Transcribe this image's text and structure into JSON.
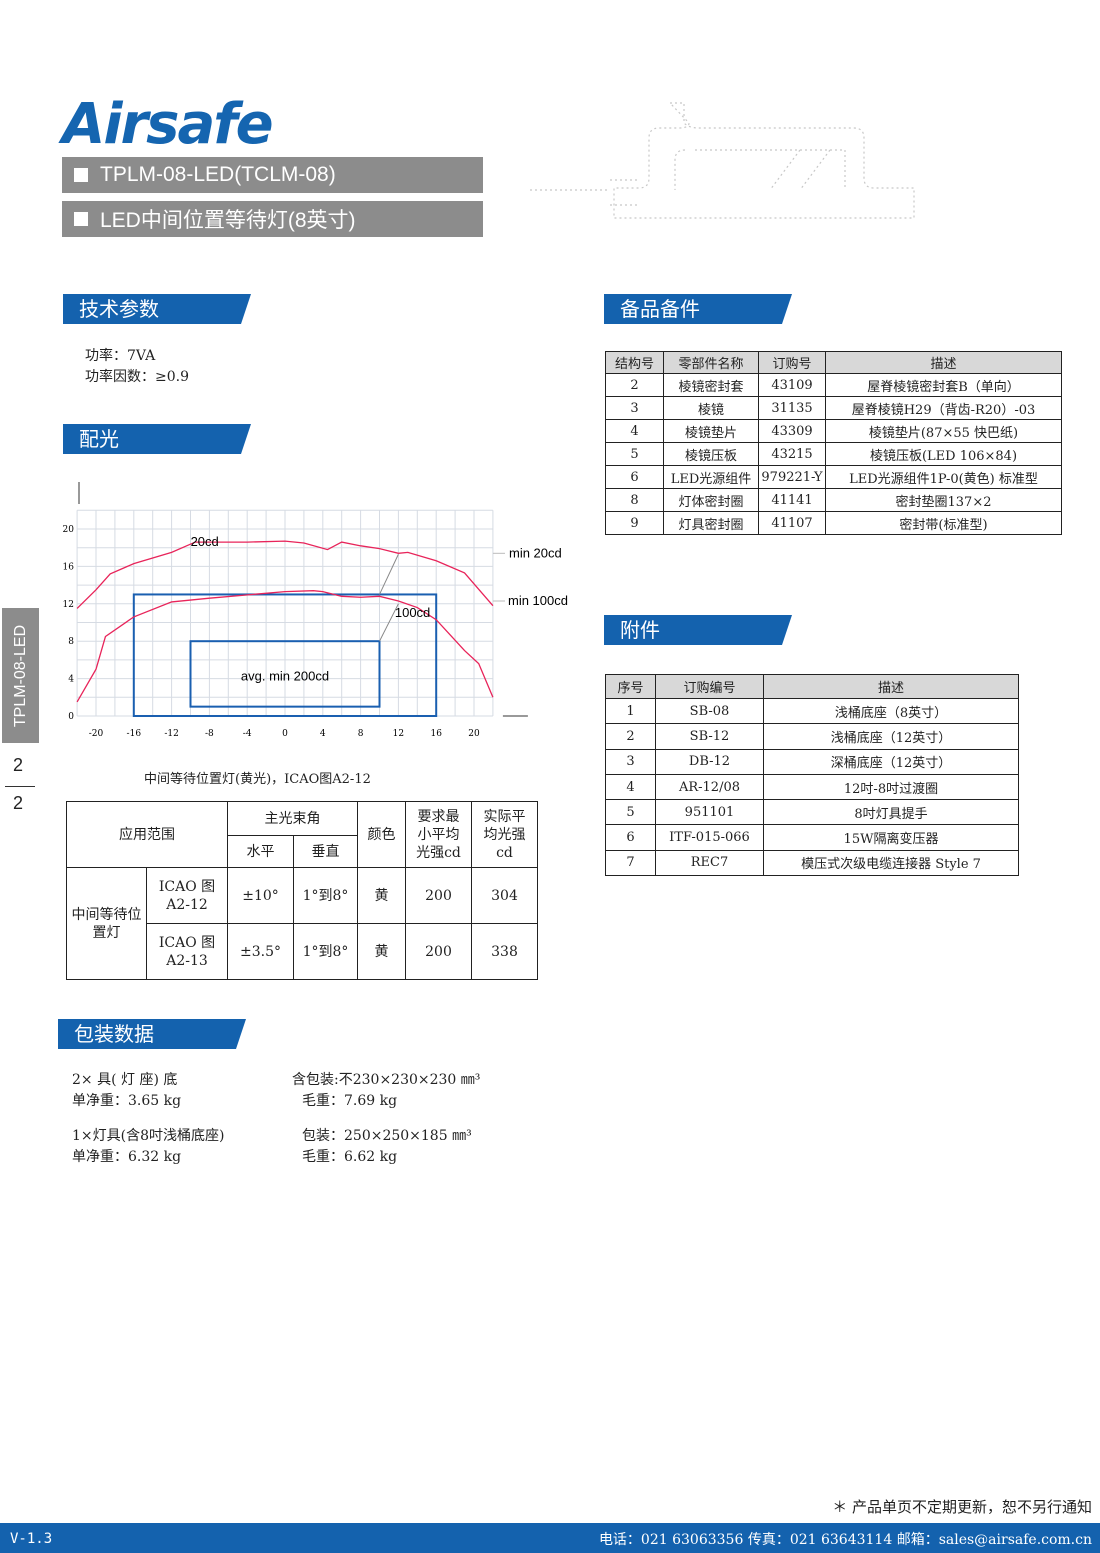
{
  "brand": "Airsafe",
  "header": {
    "model": "TPLM-08-LED(TCLM-08)",
    "name": "LED中间位置等待灯(8英寸)"
  },
  "side_tab": {
    "label": "TPLM-08-LED",
    "page": "2",
    "total": "2"
  },
  "tech": {
    "title": "技术参数",
    "power": "功率：7VA",
    "pf": "功率因数：≥0.9"
  },
  "light": {
    "title": "配光",
    "caption": "中间等待位置灯(黄光)，ICAO图A2-12"
  },
  "chart_data": {
    "type": "line",
    "title": "中间等待位置灯(黄光)，ICAO图A2-12",
    "xlim": [
      -22,
      22
    ],
    "ylim": [
      0,
      22
    ],
    "xticks": [
      "-20",
      "-16",
      "-12",
      "-8",
      "-4",
      "0",
      "4",
      "8",
      "12",
      "16",
      "20"
    ],
    "xtick_values": [
      -20,
      -16,
      -12,
      -8,
      -4,
      0,
      4,
      8,
      12,
      16,
      20
    ],
    "yticks": [
      "0",
      "4",
      "8",
      "12",
      "16",
      "20"
    ],
    "ytick_values": [
      0,
      4,
      8,
      12,
      16,
      20
    ],
    "grid": true,
    "series": [
      {
        "name": "20cd",
        "color": "#e8245a",
        "points": [
          [
            -22,
            11.5
          ],
          [
            -20,
            13.5
          ],
          [
            -18.5,
            15.2
          ],
          [
            -16,
            16.3
          ],
          [
            -12,
            17.5
          ],
          [
            -9.5,
            18.6
          ],
          [
            -4,
            18.6
          ],
          [
            0,
            18.7
          ],
          [
            2,
            18.5
          ],
          [
            4.5,
            17.8
          ],
          [
            6,
            18.6
          ],
          [
            8,
            18.2
          ],
          [
            10,
            17.9
          ],
          [
            12,
            17.4
          ],
          [
            13,
            17.5
          ],
          [
            16,
            16.6
          ],
          [
            19,
            15.3
          ],
          [
            22,
            11.8
          ]
        ]
      },
      {
        "name": "100cd",
        "color": "#e8245a",
        "points": [
          [
            -22,
            1.5
          ],
          [
            -20,
            5
          ],
          [
            -19,
            8.5
          ],
          [
            -16,
            10.6
          ],
          [
            -12,
            12.2
          ],
          [
            -8,
            12.6
          ],
          [
            0,
            13.3
          ],
          [
            3,
            13.4
          ],
          [
            4,
            13.3
          ],
          [
            6,
            12.8
          ],
          [
            8,
            12.7
          ],
          [
            10,
            12.8
          ],
          [
            12,
            12.3
          ],
          [
            14,
            11.6
          ],
          [
            16,
            10.3
          ],
          [
            19,
            7
          ],
          [
            20.5,
            5.6
          ],
          [
            22,
            2
          ]
        ]
      }
    ],
    "boxes": [
      {
        "label": "min 100cd",
        "x": [
          -16,
          16
        ],
        "y": [
          0,
          13
        ]
      },
      {
        "label": "avg. min 200cd",
        "x": [
          -10,
          10
        ],
        "y": [
          1,
          8
        ]
      }
    ],
    "labels": {
      "c20": "20cd",
      "c100": "100cd",
      "min20": "min 20cd",
      "min100": "min 100cd",
      "avg": "avg. min 200cd"
    }
  },
  "photometric": {
    "h_scope": "应用范围",
    "h_beam": "主光束角",
    "h_h": "水平",
    "h_v": "垂直",
    "h_color": "颜色",
    "h_req": "要求最小平均光强cd",
    "h_act": "实际平均光强cd",
    "scope": "中间等待位置灯",
    "rows": [
      {
        "fig": "ICAO 图A2-12",
        "h": "±10°",
        "v": "1°到8°",
        "color": "黄",
        "req": "200",
        "act": "304"
      },
      {
        "fig": "ICAO 图A2-13",
        "h": "±3.5°",
        "v": "1°到8°",
        "color": "黄",
        "req": "200",
        "act": "338"
      }
    ]
  },
  "packing": {
    "title": "包装数据",
    "a1": "2× 具( 灯 座) 底",
    "a2": "含包装:不230×230×230 ㎜³",
    "a3": "单净重：3.65 kg",
    "a4": "毛重：7.69 kg",
    "b1": "1×灯具(含8吋浅桶底座)",
    "b2": "包装：250×250×185 ㎜³",
    "b3": "单净重：6.32 kg",
    "b4": "毛重：6.62 kg"
  },
  "spares": {
    "title": "备品备件",
    "headers": [
      "结构号",
      "零部件名称",
      "订购号",
      "描述"
    ],
    "rows": [
      [
        "2",
        "棱镜密封套",
        "43109",
        "屋脊棱镜密封套B（单向）"
      ],
      [
        "3",
        "棱镜",
        "31135",
        "屋脊棱镜H29（背齿-R20）-03"
      ],
      [
        "4",
        "棱镜垫片",
        "43309",
        "棱镜垫片(87×55 快巴纸)"
      ],
      [
        "5",
        "棱镜压板",
        "43215",
        "棱镜压板(LED 106×84)"
      ],
      [
        "6",
        "LED光源组件",
        "979221-Y",
        "LED光源组件1P-0(黄色) 标准型"
      ],
      [
        "8",
        "灯体密封圈",
        "41141",
        "密封垫圈137×2"
      ],
      [
        "9",
        "灯具密封圈",
        "41107",
        "密封带(标准型)"
      ]
    ]
  },
  "accessories": {
    "title": "附件",
    "headers": [
      "序号",
      "订购编号",
      "描述"
    ],
    "rows": [
      [
        "1",
        "SB-08",
        "浅桶底座（8英寸）"
      ],
      [
        "2",
        "SB-12",
        "浅桶底座（12英寸）"
      ],
      [
        "3",
        "DB-12",
        "深桶底座（12英寸）"
      ],
      [
        "4",
        "AR-12/08",
        "12吋-8吋过渡圈"
      ],
      [
        "5",
        "951101",
        "8吋灯具提手"
      ],
      [
        "6",
        "ITF-015-066",
        "15W隔离变压器"
      ],
      [
        "7",
        "REC7",
        "模压式次级电缆连接器 Style 7"
      ]
    ]
  },
  "notice": "＊ 产品单页不定期更新，恕不另行通知",
  "footer": {
    "version": "V-1.3",
    "contact": "电话：021 63063356 传真：021 63643114 邮箱：sales@airsafe.com.cn"
  }
}
